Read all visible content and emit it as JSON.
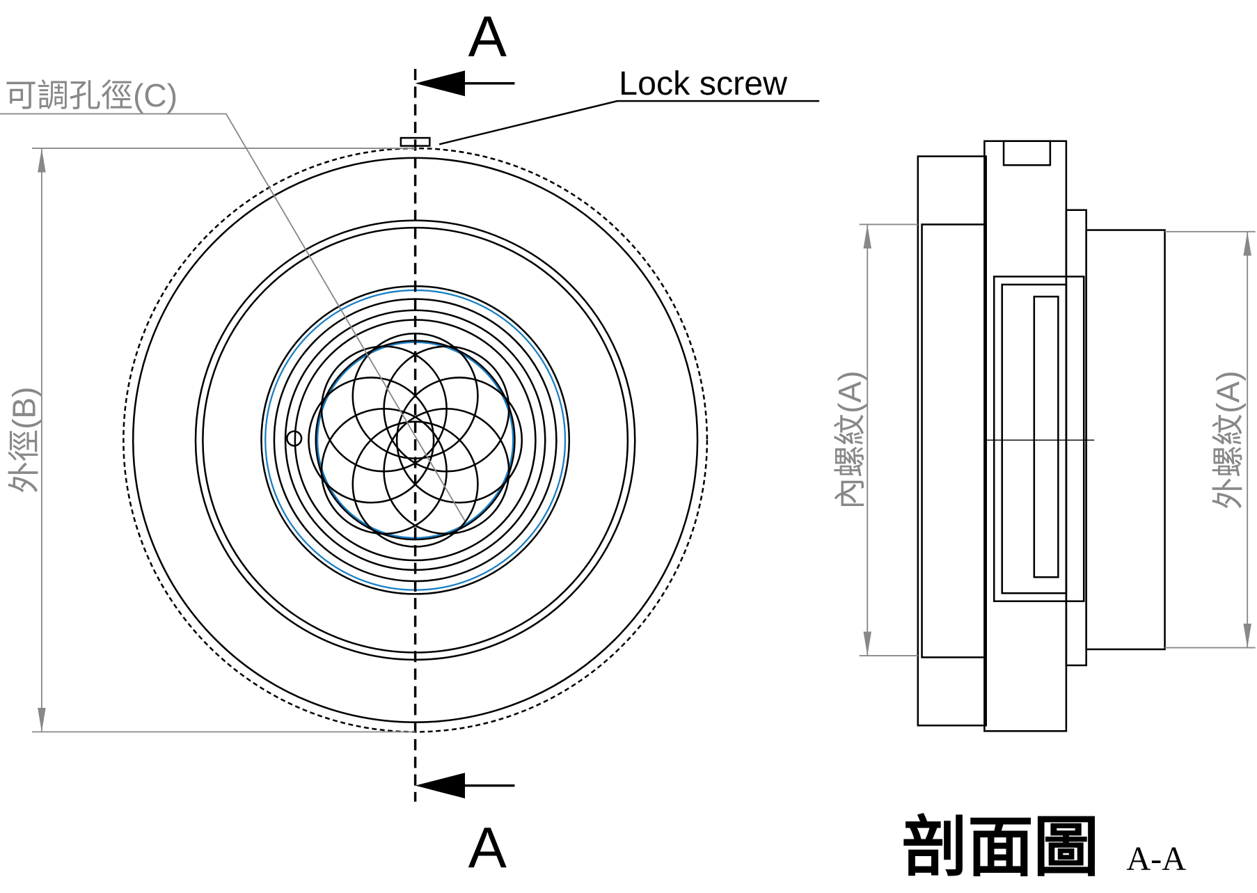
{
  "labels": {
    "section_mark_top": "A",
    "section_mark_bottom": "A",
    "lock_screw": "Lock screw",
    "adjustable_aperture": "可調孔徑(C)",
    "outer_diameter": "外徑(B)",
    "inner_thread": "內螺紋(A)",
    "outer_thread": "外螺紋(A)",
    "section_title": "剖面圖",
    "section_suffix": "A-A"
  },
  "colors": {
    "line": "#000000",
    "iris": "#1a7fc4",
    "dimension": "#888888"
  }
}
